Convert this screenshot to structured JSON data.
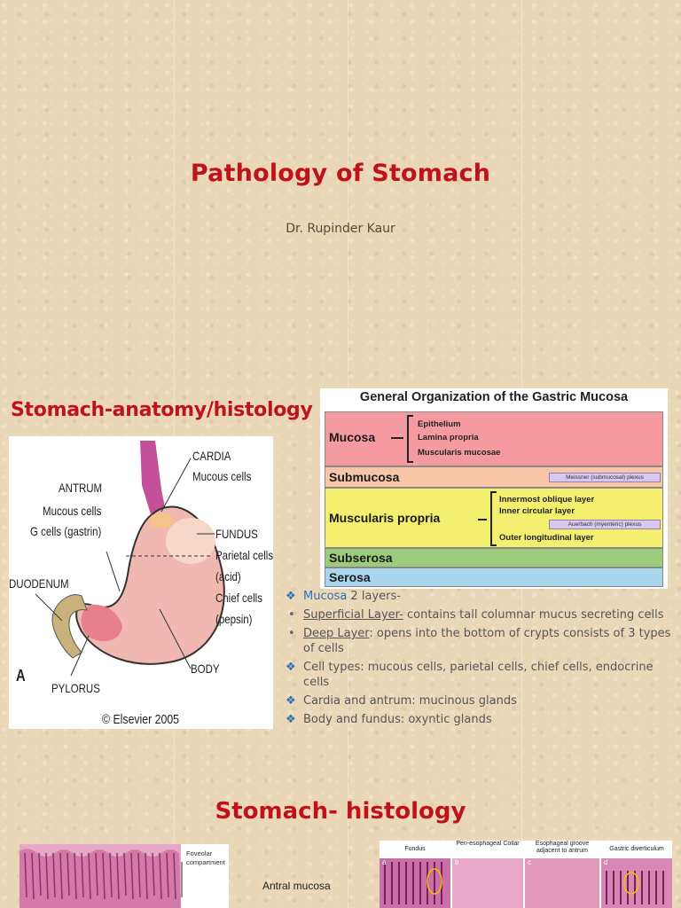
{
  "title": "Pathology of  Stomach",
  "author": "Dr. Rupinder Kaur",
  "section1_heading": "Stomach-anatomy/histology",
  "section2_heading": "Stomach- histology",
  "anatomy": {
    "cardia": "CARDIA",
    "cardia_cells": "Mucous cells",
    "antrum": "ANTRUM",
    "antrum_cells1": "Mucous cells",
    "antrum_cells2": "G cells (gastrin)",
    "fundus": "FUNDUS",
    "fundus_cells1": "Parietal cells",
    "fundus_cells2": "(acid)",
    "fundus_cells3": "Chief cells",
    "fundus_cells4": "(pepsin)",
    "duodenum": "DUODENUM",
    "pylorus": "PYLORUS",
    "body": "BODY",
    "letter": "A",
    "copyright": "© Elsevier 2005"
  },
  "mucosa_figure": {
    "title": "General Organization of the Gastric Mucosa",
    "mucosa": "Mucosa",
    "epithelium": "Epithelium",
    "lamina": "Lamina propria",
    "muscularis_mucosae": "Muscularis mucosae",
    "submucosa": "Submucosa",
    "meissner": "Meissner (submucosal) plexus",
    "muscularis_propria": "Muscularis propria",
    "oblique": "Innermost oblique layer",
    "circular": "Inner circular layer",
    "auerbach": "Auerbach (myenteric) plexus",
    "longitudinal": "Outer longitudinal layer",
    "subserosa": "Subserosa",
    "serosa": "Serosa",
    "colors": {
      "mucosa": "#f59a9e",
      "submucosa": "#f6c6a6",
      "muscularis": "#f5ef70",
      "subserosa": "#9ccc7a",
      "serosa": "#a9d5ef"
    }
  },
  "bullets": {
    "b1_term": "Mucosa",
    "b1_rest": "  2 layers-",
    "b2_term": "Superficial Layer-",
    "b2_rest": " contains tall columnar mucus secreting cells",
    "b3_term": "Deep Layer",
    "b3_rest": ": opens into the bottom of crypts consists of 3 types of cells",
    "b4": "Cell types: mucous cells, parietal cells, chief cells, endocrine cells",
    "b5": "Cardia and antrum: mucinous glands",
    "b6": "Body and fundus: oxyntic glands"
  },
  "histology": {
    "foveolar": "Foveolar compartment",
    "antral": "Antral mucosa",
    "cap_a": "Fundus",
    "cap_b": "Peri-esophageal Collar",
    "cap_c": "Esophageal groove adjacent to antrum",
    "cap_d": "Gastric diverticulum",
    "letter_a": "a",
    "letter_b": "b",
    "letter_c": "c",
    "letter_d": "d"
  }
}
